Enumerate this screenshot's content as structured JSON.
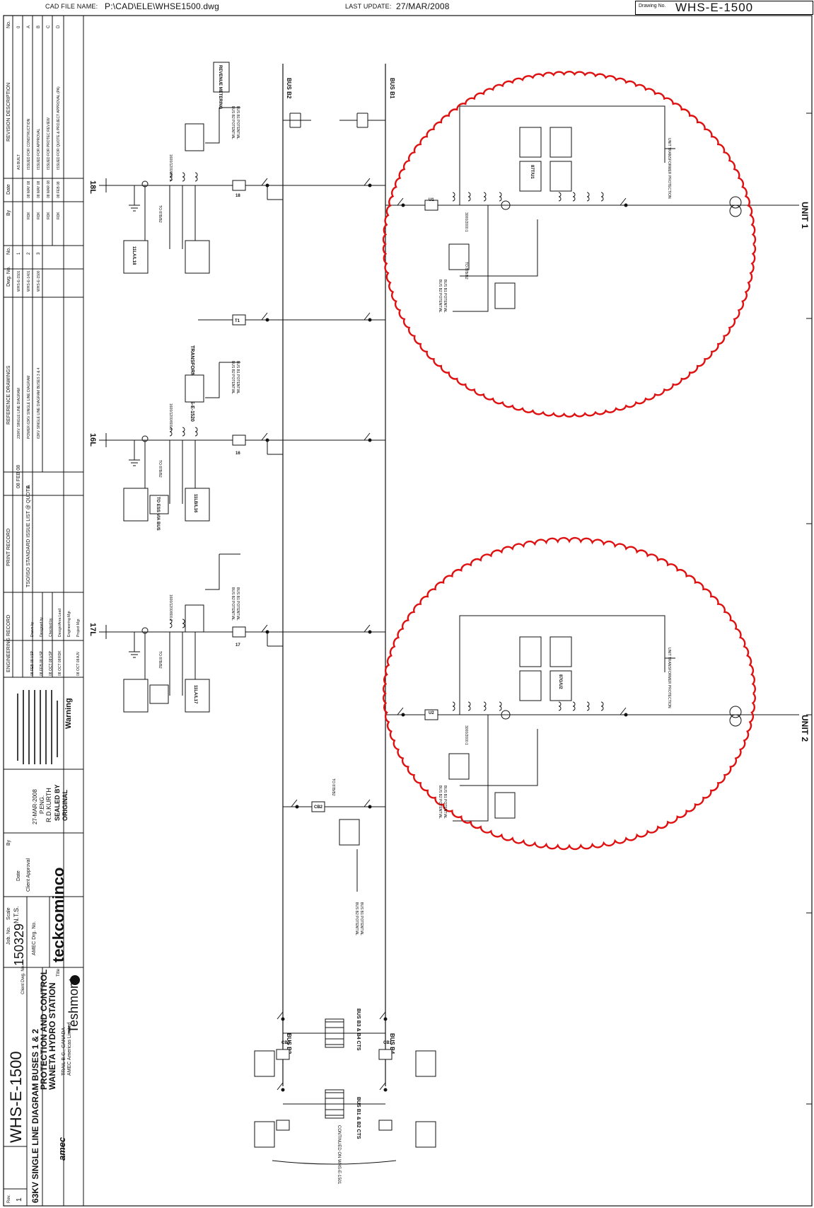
{
  "header": {
    "cad_file_label": "CAD FILE NAME:",
    "cad_file_path": "P:\\CAD\\ELE\\WHSE1500.dwg",
    "last_update_label": "LAST UPDATE:",
    "last_update": "27/MAR/2008",
    "drawing_no_label": "Drawing No.",
    "drawing_no": "WHS-E-1500"
  },
  "diagram": {
    "bus_b1": "BUS B1",
    "bus_b2": "BUS B2",
    "bus_b3": "BUS B3",
    "bus_b4": "BUS B4",
    "unit1": "UNIT 1",
    "unit2": "UNIT 2",
    "feeder_18l": "18L",
    "feeder_16l": "16L",
    "feeder_17l": "17L",
    "transformer_t1": "TRANSFORMER T1 WHS-E-1520",
    "breaker_18": "18",
    "breaker_t1": "T1",
    "breaker_16": "16",
    "breaker_17": "17",
    "breaker_u1": "U1",
    "breaker_u2": "U2",
    "breaker_cb1": "CB1",
    "breaker_cb2": "CB2",
    "breaker_cb3": "CB3",
    "revenue_metering": "REVENUE METERING",
    "relay_87t": "87T/U1",
    "relay_87g": "87G/U2",
    "relay_11la": "11LA/L18",
    "relay_11lb": "11LB/L16",
    "relay_11l17": "11LA/L17",
    "relay_to_ess": "TO ESS VIA BUS",
    "ct_ratio_a": "1600/1200/800:1",
    "ct_ratio_b": "3000/2000:1",
    "to_87b_b2": "TO 87B/B2",
    "unit_transformer_protection": "UNIT TRANSFORMER PROTECTION",
    "bus_b1_potential": "BUS B1 POTENTIAL",
    "bus_b2_potential": "BUS B2 POTENTIAL",
    "bus_b3_b4_cts": "BUS B3 & B4 CTS",
    "bus_b1_b2_cts": "BUS B1 & B2 CTS",
    "continued_on": "CONTINUED ON WHS-E-1501"
  },
  "revisions": {
    "header_no": "No.",
    "header_desc": "REVISION DESCRIPTION",
    "header_date": "Date",
    "header_by": "By",
    "rows": [
      {
        "no": "0",
        "desc": "AS BUILT",
        "date": "",
        "by": ""
      },
      {
        "no": "A",
        "desc": "ISSUED FOR CONSTRUCTION",
        "date": "08 MAY 08",
        "by": "RDK"
      },
      {
        "no": "B",
        "desc": "ISSUED FOR APPROVAL",
        "date": "08 MAY 08",
        "by": "RDK"
      },
      {
        "no": "C",
        "desc": "ISSUED FOR PROTEC REVIEW",
        "date": "08 MAR 08",
        "by": "RDK"
      },
      {
        "no": "D",
        "desc": "ISSUED FOR QUOTE & PROJECT APPROVAL (PA)",
        "date": "08 FEB 08",
        "by": "RDK"
      }
    ]
  },
  "references": {
    "header_no": "No.",
    "header_dwg": "Dwg. No.",
    "header_title": "REFERENCE DRAWINGS",
    "rows": [
      {
        "no": "1",
        "dwg": "WHS-E-1501",
        "title": "230KV SINGLE LINE DIAGRAM"
      },
      {
        "no": "2",
        "dwg": "WHS-E-1401",
        "title": "POWER 63KV SINGLE LINE DIAGRAM"
      },
      {
        "no": "3",
        "dwg": "WHS-E-1500",
        "title": "63KV SINGLE LINE DIAGRAM BUSES 3 & 4"
      }
    ]
  },
  "print_record": {
    "title": "PRINT RECORD",
    "date": "08 FEB 08",
    "rev": "A",
    "issued_to": "TSO/ISO STANDARD ISSUE LIST @ QUOTE"
  },
  "engineering": {
    "title": "ENGINEERING RECORD",
    "rows": [
      {
        "role": "Project Mgr.",
        "name": "AJV",
        "date": "08 OCT 08"
      },
      {
        "role": "Engineering Mgr.",
        "name": "",
        "date": ""
      },
      {
        "role": "Design/Area Lead",
        "name": "RDK",
        "date": "08 OCT 08"
      },
      {
        "role": "Checked by",
        "name": "VSP",
        "date": "08 OCT 08"
      },
      {
        "role": "Designed by",
        "name": "VSP",
        "date": "08 FEB 08"
      },
      {
        "role": "Drawn by",
        "name": "VSP",
        "date": "08 FEB 08"
      }
    ]
  },
  "warning_title": "Warning",
  "seal": {
    "line1": "ORIGINAL",
    "line2": "SEALED BY",
    "line3": "R.D.KURTH",
    "line4": "P.ENG.",
    "line5": "27-MAR-2008"
  },
  "approval": {
    "by": "By",
    "date": "Date",
    "client_approval": "Client Approval"
  },
  "client": {
    "logo": "teckcominco",
    "amec_dwg": "AMEC Drg. No.",
    "scale_label": "Scale",
    "scale": "N.T.S.",
    "job_label": "Job. No.",
    "job_no": "150329"
  },
  "title_block": {
    "company": "Teshmont",
    "amec_line1": "AMEC Americas Limited",
    "amec_line2": "TRAIL B.C., CANADA",
    "title_label": "Title",
    "title_line1": "WANETA HYDRO STATION",
    "title_line2": "PROTECTION AND CONTROL",
    "title_line3": "63KV SINGLE LINE DIAGRAM BUSES 1 & 2",
    "amec_logo": "amec",
    "client_dwg_label": "Client Dwg. No.",
    "client_dwg": "WHS-E-1500",
    "rev_label": "Rev.",
    "rev": "1"
  },
  "colors": {
    "line": "#111111",
    "cloud": "#e01010",
    "paper": "#ffffff"
  }
}
